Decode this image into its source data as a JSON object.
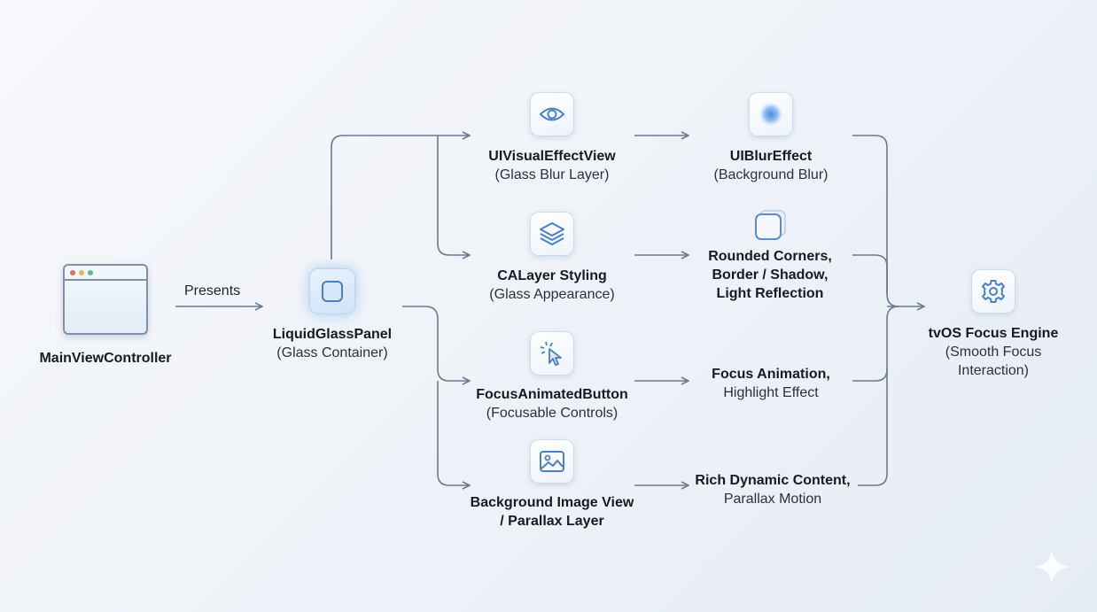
{
  "edge_label": "Presents",
  "nodes": {
    "main": {
      "title": "MainViewController"
    },
    "panel": {
      "title": "LiquidGlassPanel",
      "sub": "(Glass Container)"
    },
    "visual": {
      "title": "UIVisualEffectView",
      "sub": "(Glass Blur Layer)"
    },
    "calayer": {
      "title": "CALayer Styling",
      "sub": "(Glass Appearance)"
    },
    "focusbtn": {
      "title": "FocusAnimatedButton",
      "sub": "(Focusable Controls)"
    },
    "bgimage": {
      "title": "Background Image View",
      "title2": "/ Parallax Layer"
    },
    "blur": {
      "title": "UIBlurEffect",
      "sub": "(Background Blur)"
    },
    "corners": {
      "line1": "Rounded Corners,",
      "line2": "Border / Shadow,",
      "line3": "Light Reflection"
    },
    "focusanim": {
      "title": "Focus Animation,",
      "sub": "Highlight Effect"
    },
    "rich": {
      "title": "Rich Dynamic Content,",
      "sub": "Parallax Motion"
    },
    "engine": {
      "title": "tvOS Focus Engine",
      "sub": "(Smooth Focus",
      "sub2": "Interaction)"
    }
  },
  "icons": [
    "window-icon",
    "glass-square-icon",
    "eye-icon",
    "layers-icon",
    "cursor-click-icon",
    "image-icon",
    "blur-dot-icon",
    "rounded-square-icon",
    "gear-icon",
    "sparkle-icon"
  ],
  "colors": {
    "connector": "#6b7a90",
    "icon_accent": "#4a7fc1",
    "icon_fill": "#dbe8f8"
  }
}
